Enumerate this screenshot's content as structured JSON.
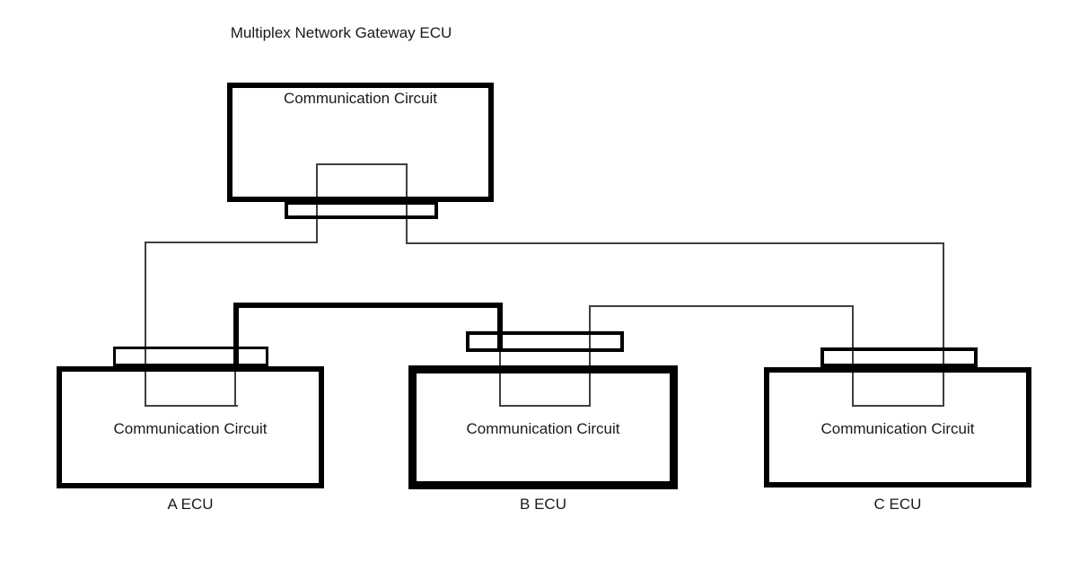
{
  "title": "Multiplex Network Gateway ECU",
  "gateway": {
    "circuit_label": "Communication Circuit"
  },
  "ecus": [
    {
      "name": "A ECU",
      "circuit_label": "Communication Circuit"
    },
    {
      "name": "B ECU",
      "circuit_label": "Communication Circuit"
    },
    {
      "name": "C ECU",
      "circuit_label": "Communication Circuit"
    }
  ],
  "colors": {
    "line": "#000000",
    "thin_line": "#3f3f3f",
    "text": "#1a1a1a",
    "background": "#ffffff"
  }
}
